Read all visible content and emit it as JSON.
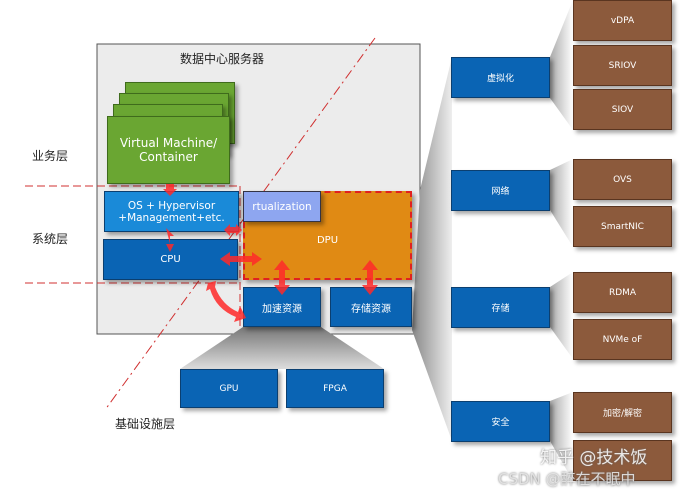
{
  "server": {
    "title": "数据中心服务器"
  },
  "layers": {
    "business": "业务层",
    "system": "系统层",
    "infra": "基础设施层"
  },
  "blocks": {
    "vm": "Virtual Machine/ Container",
    "os": "OS + Hypervisor +Management+etc.",
    "cpu": "CPU",
    "virtualization": "rtualization",
    "dpu": "DPU",
    "accel": "加速资源",
    "storage": "存储资源",
    "gpu": "GPU",
    "fpga": "FPGA"
  },
  "categories": [
    {
      "label": "虚拟化",
      "items": [
        "vDPA",
        "SRIOV",
        "SIOV"
      ]
    },
    {
      "label": "网络",
      "items": [
        "OVS",
        "SmartNIC"
      ]
    },
    {
      "label": "存储",
      "items": [
        "RDMA",
        "NVMe oF"
      ]
    },
    {
      "label": "安全",
      "items": [
        "加密/解密",
        ""
      ]
    }
  ],
  "watermarks": {
    "zhihu": "知乎 @技术饭",
    "csdn": "CSDN @醉在不眠中"
  },
  "colors": {
    "blue": "#0a64b4",
    "brown": "#8c5a3c",
    "green": "#6aa632",
    "dpu": "#e08a14",
    "virt": "#8ea6f0",
    "arrow": "#ff2a2a"
  }
}
